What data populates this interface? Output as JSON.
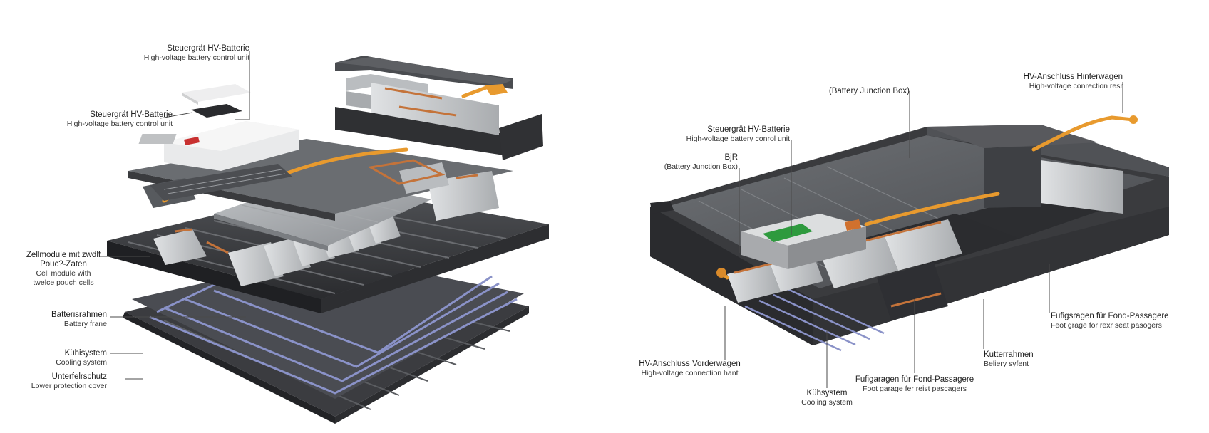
{
  "colors": {
    "frame": "#3a3b3e",
    "frame_dark": "#26272a",
    "plate": "#8f9296",
    "plate_light": "#b8bbbe",
    "module": "#c9cbcd",
    "orange_cable": "#e89a2e",
    "copper": "#c4733a",
    "cooling_blue": "#7d86b8",
    "pcb_green": "#2e9a3e",
    "leader": "#555555"
  },
  "left": {
    "labels": [
      {
        "id": "ctrl_top",
        "de": "Steuergrät HV-Batterie",
        "en": "High-voltage battery control unit"
      },
      {
        "id": "ctrl_mid",
        "de": "Steuergrät HV-Batterie",
        "en": "High-voltage battery control unit"
      },
      {
        "id": "modules",
        "de1": "Zellmodule mit zwdlf",
        "de2": "Pouc?-Zaten",
        "en1": "Cell module with",
        "en2": "twelce pouch cells"
      },
      {
        "id": "frame",
        "de": "Batterisrahmen",
        "en": "Battery frane"
      },
      {
        "id": "cooling",
        "de": "Kühisystem",
        "en": "Cooling system"
      },
      {
        "id": "under",
        "de": "Unterfelrschutz",
        "en": "Lower protection cover"
      }
    ]
  },
  "right": {
    "labels": [
      {
        "id": "bjb_top",
        "text": "(Battery Junction Box)"
      },
      {
        "id": "hv_rear",
        "de": "HV-Anschluss Hinterwagen",
        "en": "High-voltage conrection resr"
      },
      {
        "id": "ctrl",
        "de": "Steuergrät HV-Batterie",
        "en": "High-voltage battery conrol unit"
      },
      {
        "id": "bjr",
        "de": "BjR",
        "en": "(Battery Junction Box)"
      },
      {
        "id": "footwell_r",
        "de": "Fufigsragen für Fond-Passagere",
        "en": "Feot grage for rexr seat pasogers"
      },
      {
        "id": "frame",
        "de": "Kutterrahmen",
        "en": "Beliery syfent"
      },
      {
        "id": "hv_front",
        "de": "HV-Anschluss Vorderwagen",
        "en": "High-voltage connection hant"
      },
      {
        "id": "footwell_b",
        "de": "Fufigaragen für Fond-Passagere",
        "en": "Foot garage fer reist pascagers"
      },
      {
        "id": "cooling",
        "de": "Kühsystem",
        "en": "Cooling system"
      }
    ]
  }
}
